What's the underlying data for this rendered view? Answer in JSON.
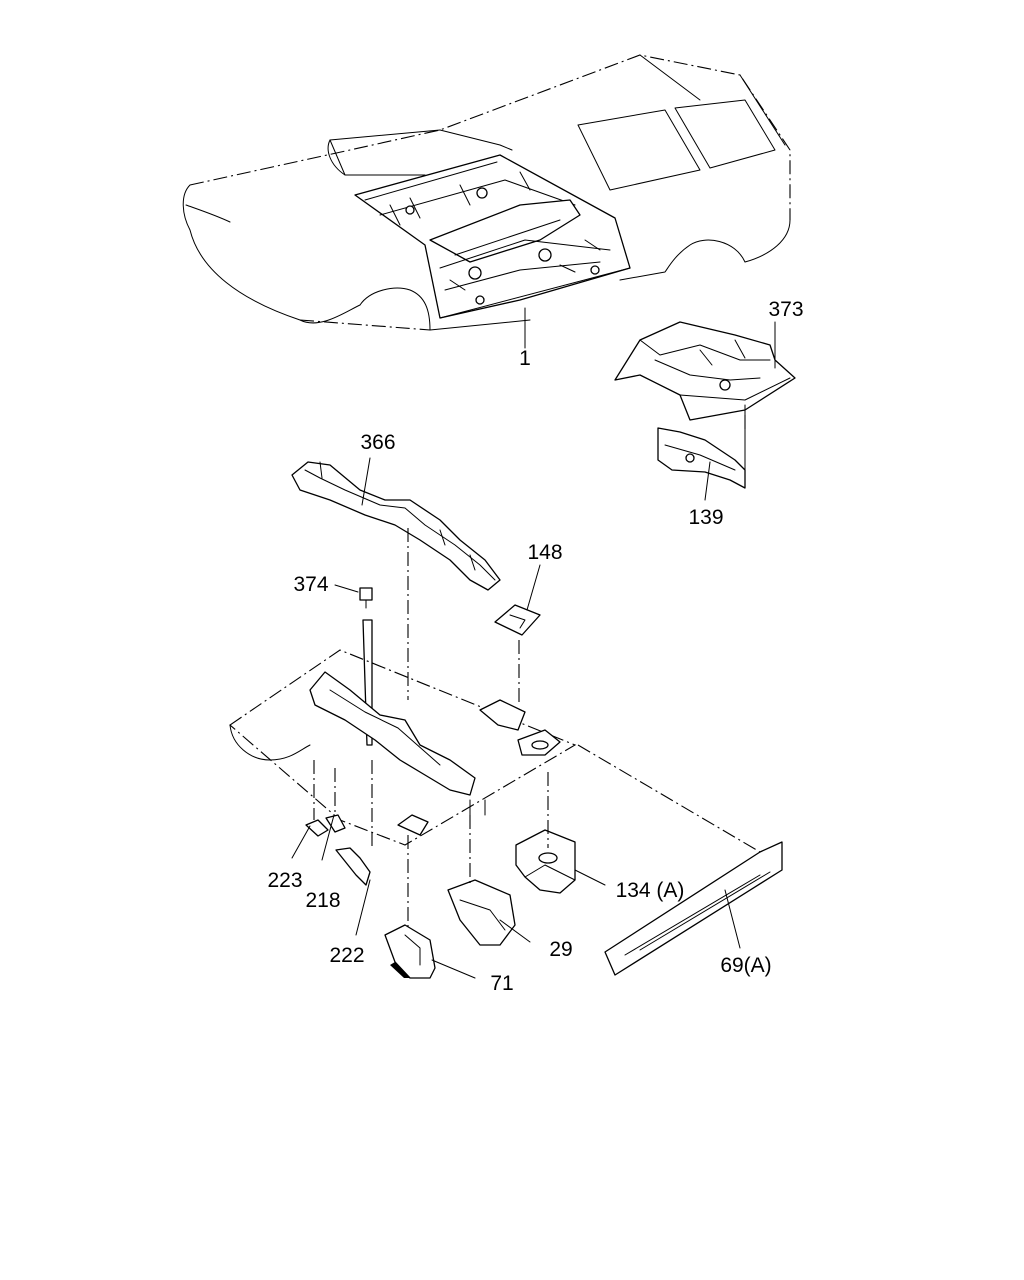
{
  "callouts": {
    "p1": "1",
    "p373": "373",
    "p366": "366",
    "p139": "139",
    "p148": "148",
    "p374": "374",
    "p223": "223",
    "p218": "218",
    "p222": "222",
    "p134": "134 (A)",
    "p29": "29",
    "p71": "71",
    "p69": "69(A)"
  }
}
